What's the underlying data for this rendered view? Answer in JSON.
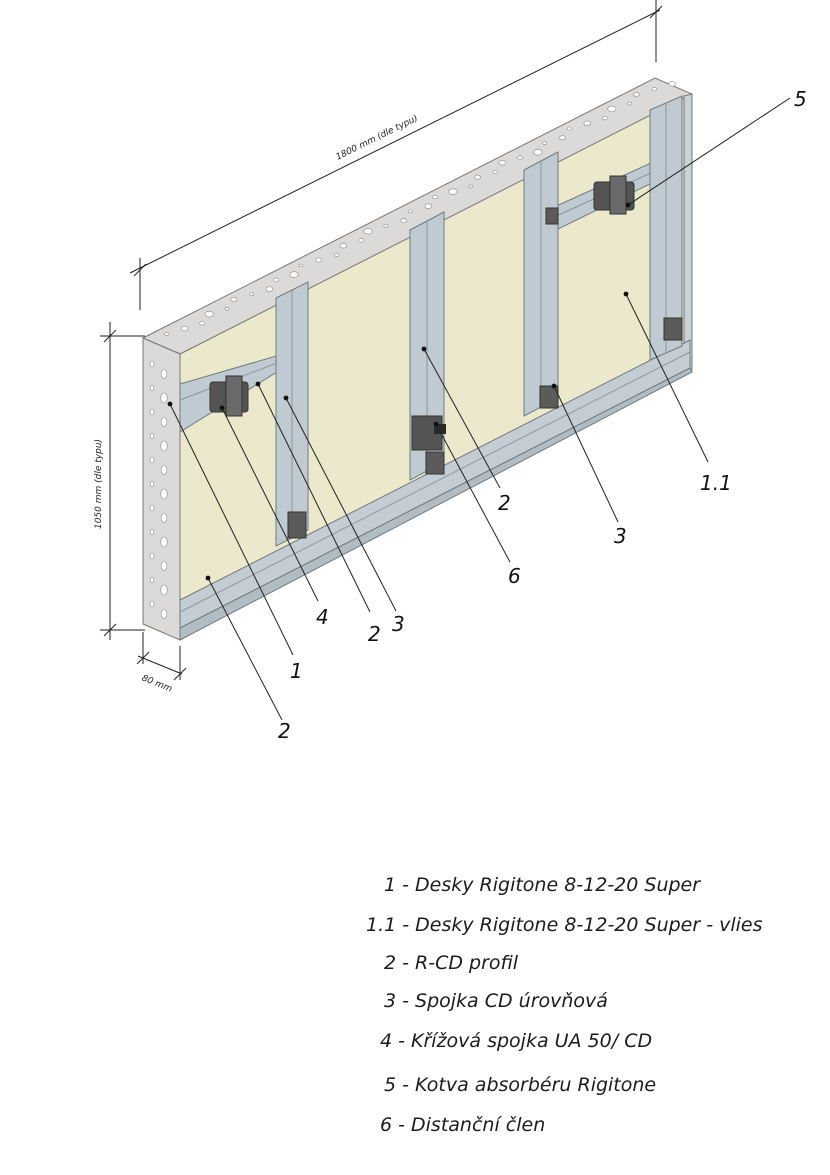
{
  "dimensions": {
    "length": "1800 mm (dle typu)",
    "height": "1050 mm (dle typu)",
    "depth": "80 mm"
  },
  "callouts": [
    "5",
    "1.1",
    "2",
    "3",
    "6",
    "4",
    "2",
    "3",
    "1",
    "2"
  ],
  "legend": [
    "1 - Desky Rigitone 8-12-20 Super",
    "1.1 - Desky Rigitone 8-12-20 Super - vlies",
    "2 - R-CD profil",
    "3 - Spojka CD úrovňová",
    "4 - Křížová spojka UA 50/ CD",
    "5 - Kotva absorbéru Rigitone",
    "6 - Distanční člen"
  ],
  "colors": {
    "board": "#ece8cb",
    "board_edge": "#d7d4d2",
    "profile": "#bfcad2",
    "bracket": "#545454"
  }
}
